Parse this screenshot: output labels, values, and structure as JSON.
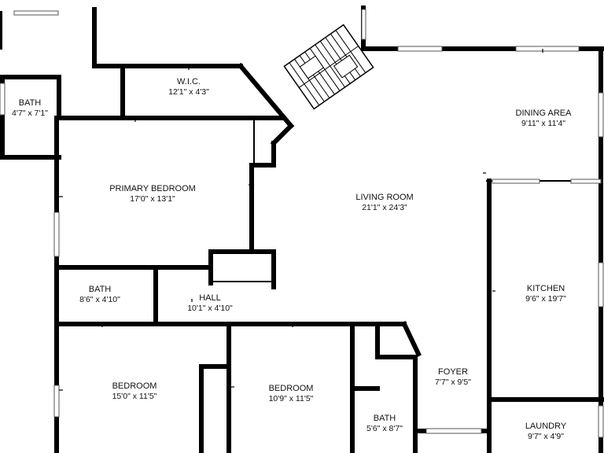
{
  "rooms": {
    "bath_nw": {
      "name": "BATH",
      "size": "4'7\" x 7'1\""
    },
    "wic": {
      "name": "W.I.C.",
      "size": "12'1\" x 4'3\""
    },
    "primary": {
      "name": "PRIMARY BEDROOM",
      "size": "17'0\" x 13'1\""
    },
    "living": {
      "name": "LIVING ROOM",
      "size": "21'1\" x 24'3\""
    },
    "dining": {
      "name": "DINING AREA",
      "size": "9'11\" x 11'4\""
    },
    "kitchen": {
      "name": "KITCHEN",
      "size": "9'6\" x 19'7\""
    },
    "bath_mid": {
      "name": "BATH",
      "size": "8'6\" x 4'10\""
    },
    "hall": {
      "name": "HALL",
      "size": "10'1\" x 4'10\""
    },
    "bedroom_sw": {
      "name": "BEDROOM",
      "size": "15'0\" x 11'5\""
    },
    "bedroom_s": {
      "name": "BEDROOM",
      "size": "10'9\" x 11'5\""
    },
    "foyer": {
      "name": "FOYER",
      "size": "7'7\" x 9'5\""
    },
    "bath_s": {
      "name": "BATH",
      "size": "5'6\" x 8'7\""
    },
    "laundry": {
      "name": "LAUNDRY",
      "size": "9'7\" x 4'9\""
    }
  }
}
